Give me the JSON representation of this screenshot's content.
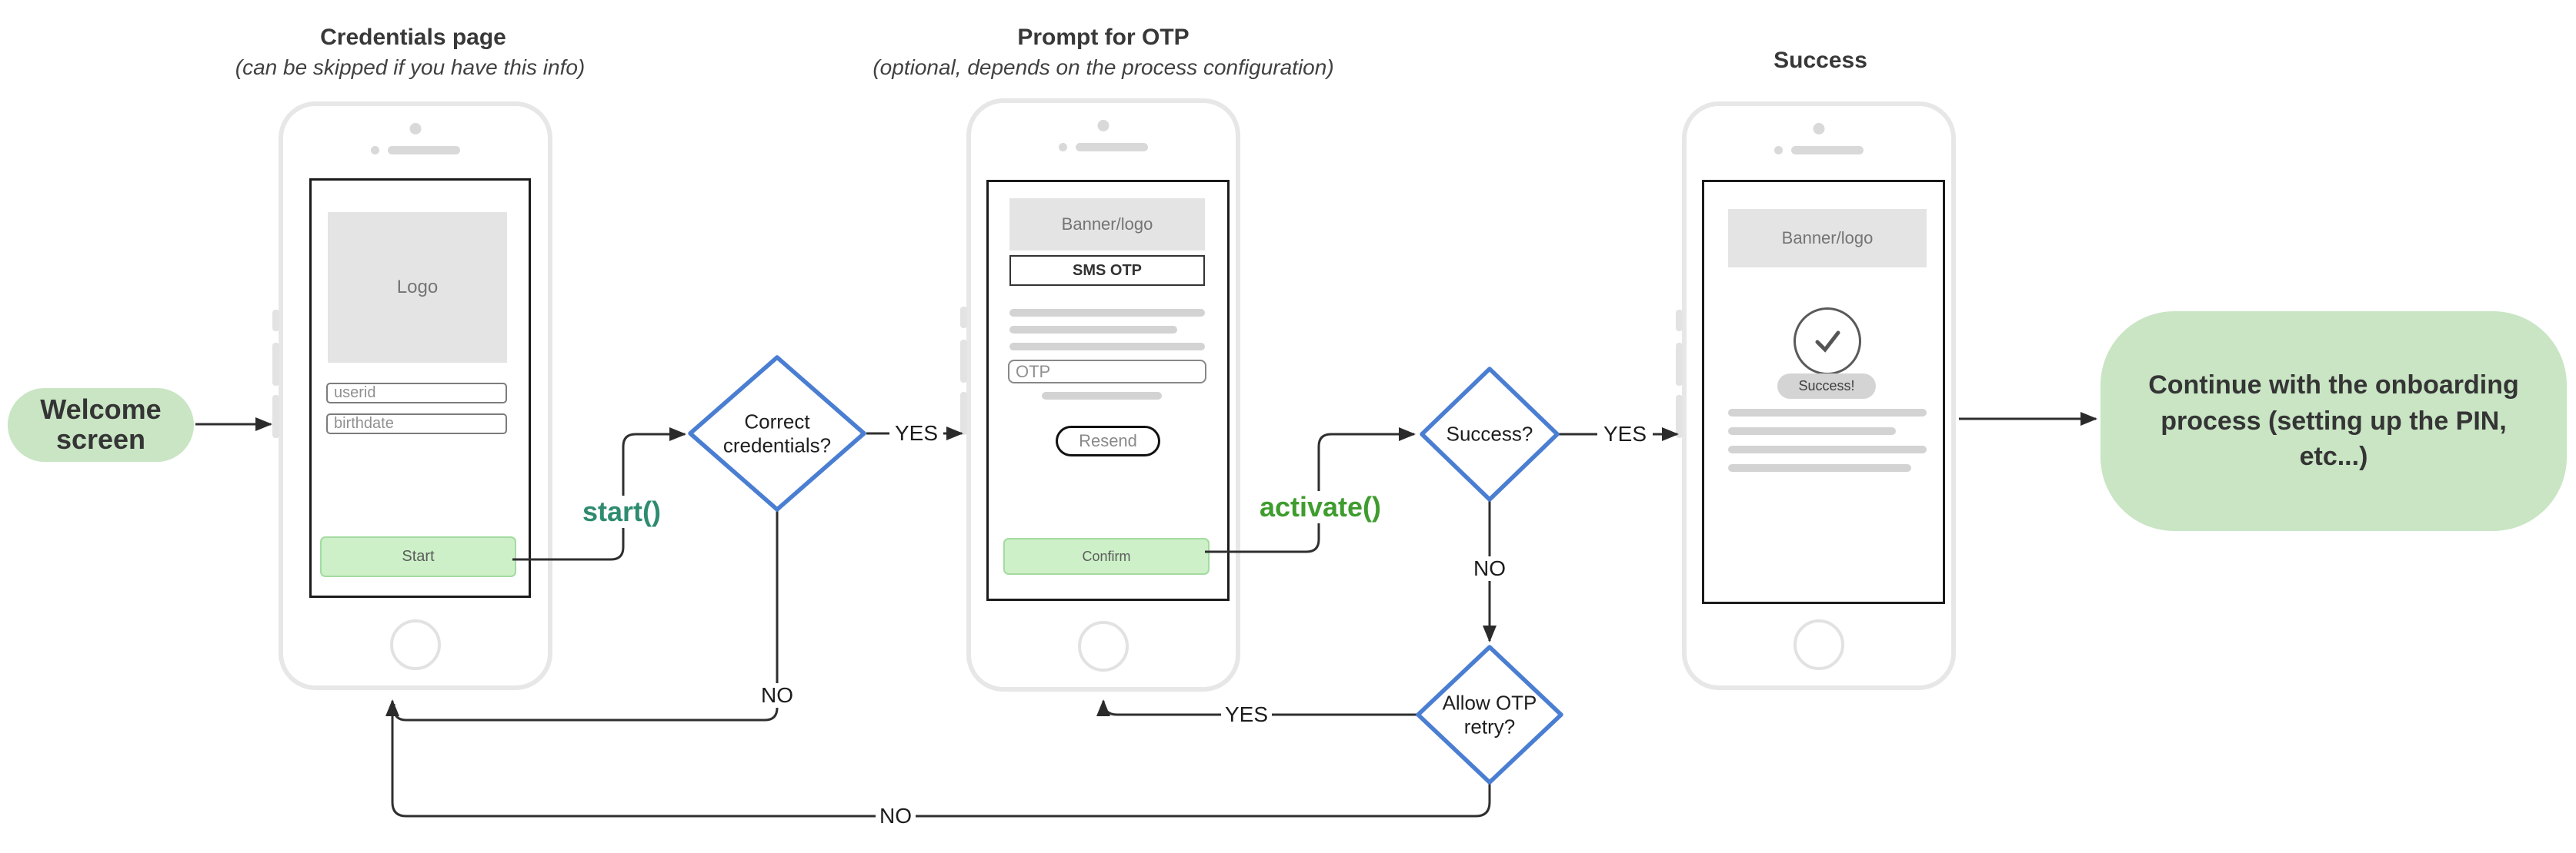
{
  "diagram": {
    "sections": [
      {
        "title": "Credentials page",
        "subtitle": "(can be skipped if you have this info)"
      },
      {
        "title": "Prompt for OTP",
        "subtitle": "(optional, depends on the process configuration)"
      },
      {
        "title": "Success",
        "subtitle": ""
      }
    ],
    "start_node": {
      "label": "Welcome screen"
    },
    "end_node": {
      "label": "Continue with the onboarding process (setting up the PIN, etc...)"
    },
    "decisions": {
      "credentials": {
        "label": "Correct credentials?",
        "yes": "YES",
        "no": "NO"
      },
      "otp": {
        "label": "Success?",
        "yes": "YES",
        "no": "NO"
      },
      "retry": {
        "label": "Allow OTP retry?",
        "yes": "YES",
        "no": "NO"
      }
    },
    "api_calls": {
      "start": "start()",
      "activate": "activate()"
    },
    "phones": {
      "credentials": {
        "logo": "Logo",
        "userid_placeholder": "userid",
        "birthdate_placeholder": "birthdate",
        "start_button": "Start"
      },
      "otp": {
        "banner": "Banner/logo",
        "header": "SMS OTP",
        "otp_placeholder": "OTP",
        "resend_button": "Resend",
        "confirm_button": "Confirm"
      },
      "success": {
        "banner": "Banner/logo",
        "badge": "Success!"
      }
    },
    "colors": {
      "accent_green_fill": "#c9e5c4",
      "button_green": "#cdf0c8",
      "diamond_border_blue": "#4a7ed2",
      "api_start_teal": "#2e8b70",
      "api_activate_green": "#3f9c2e",
      "line_color": "#2f2f2f"
    }
  }
}
